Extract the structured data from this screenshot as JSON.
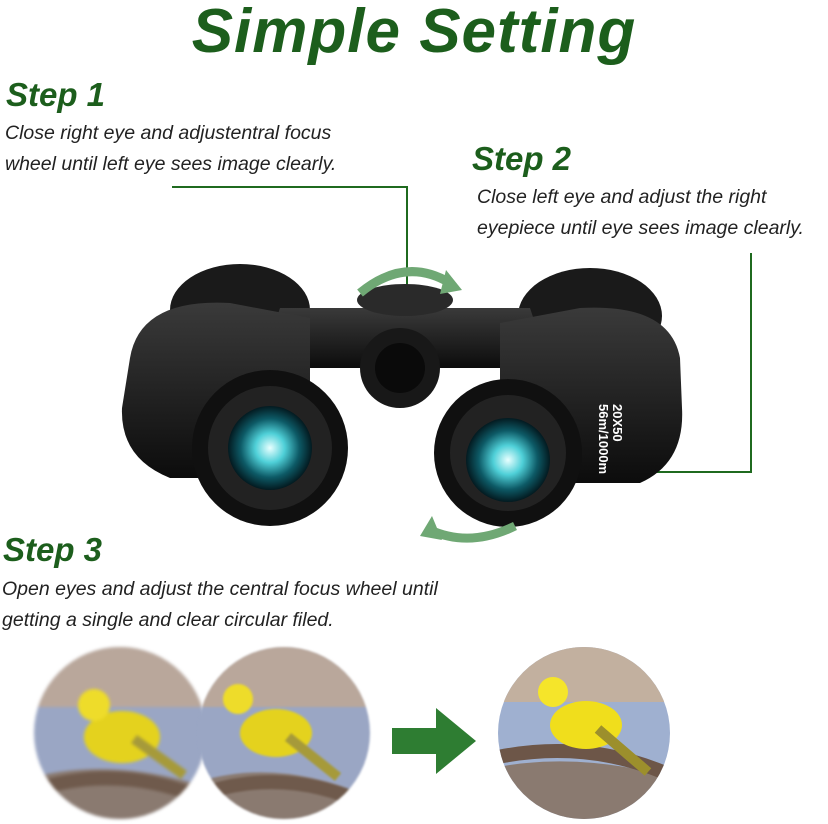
{
  "title": "Simple Setting",
  "steps": [
    {
      "heading": "Step 1",
      "text_line1": "Close right eye and adjustentral focus",
      "text_line2": "wheel until left eye sees image clearly."
    },
    {
      "heading": "Step 2",
      "text_line1": "Close left eye and adjust the right",
      "text_line2": "eyepiece until eye sees image clearly."
    },
    {
      "heading": "Step 3",
      "text_line1": "Open eyes and adjust the central focus wheel until",
      "text_line2": "getting a single and clear circular filed."
    }
  ],
  "spec_label": {
    "line1": "20X50",
    "line2": "56m/1000m"
  },
  "colors": {
    "accent": "#1c5e1c",
    "arrow": "#2e7d32"
  },
  "images": [
    "blurry-bird-view-left",
    "blurry-bird-view-right",
    "clear-bird-view"
  ]
}
